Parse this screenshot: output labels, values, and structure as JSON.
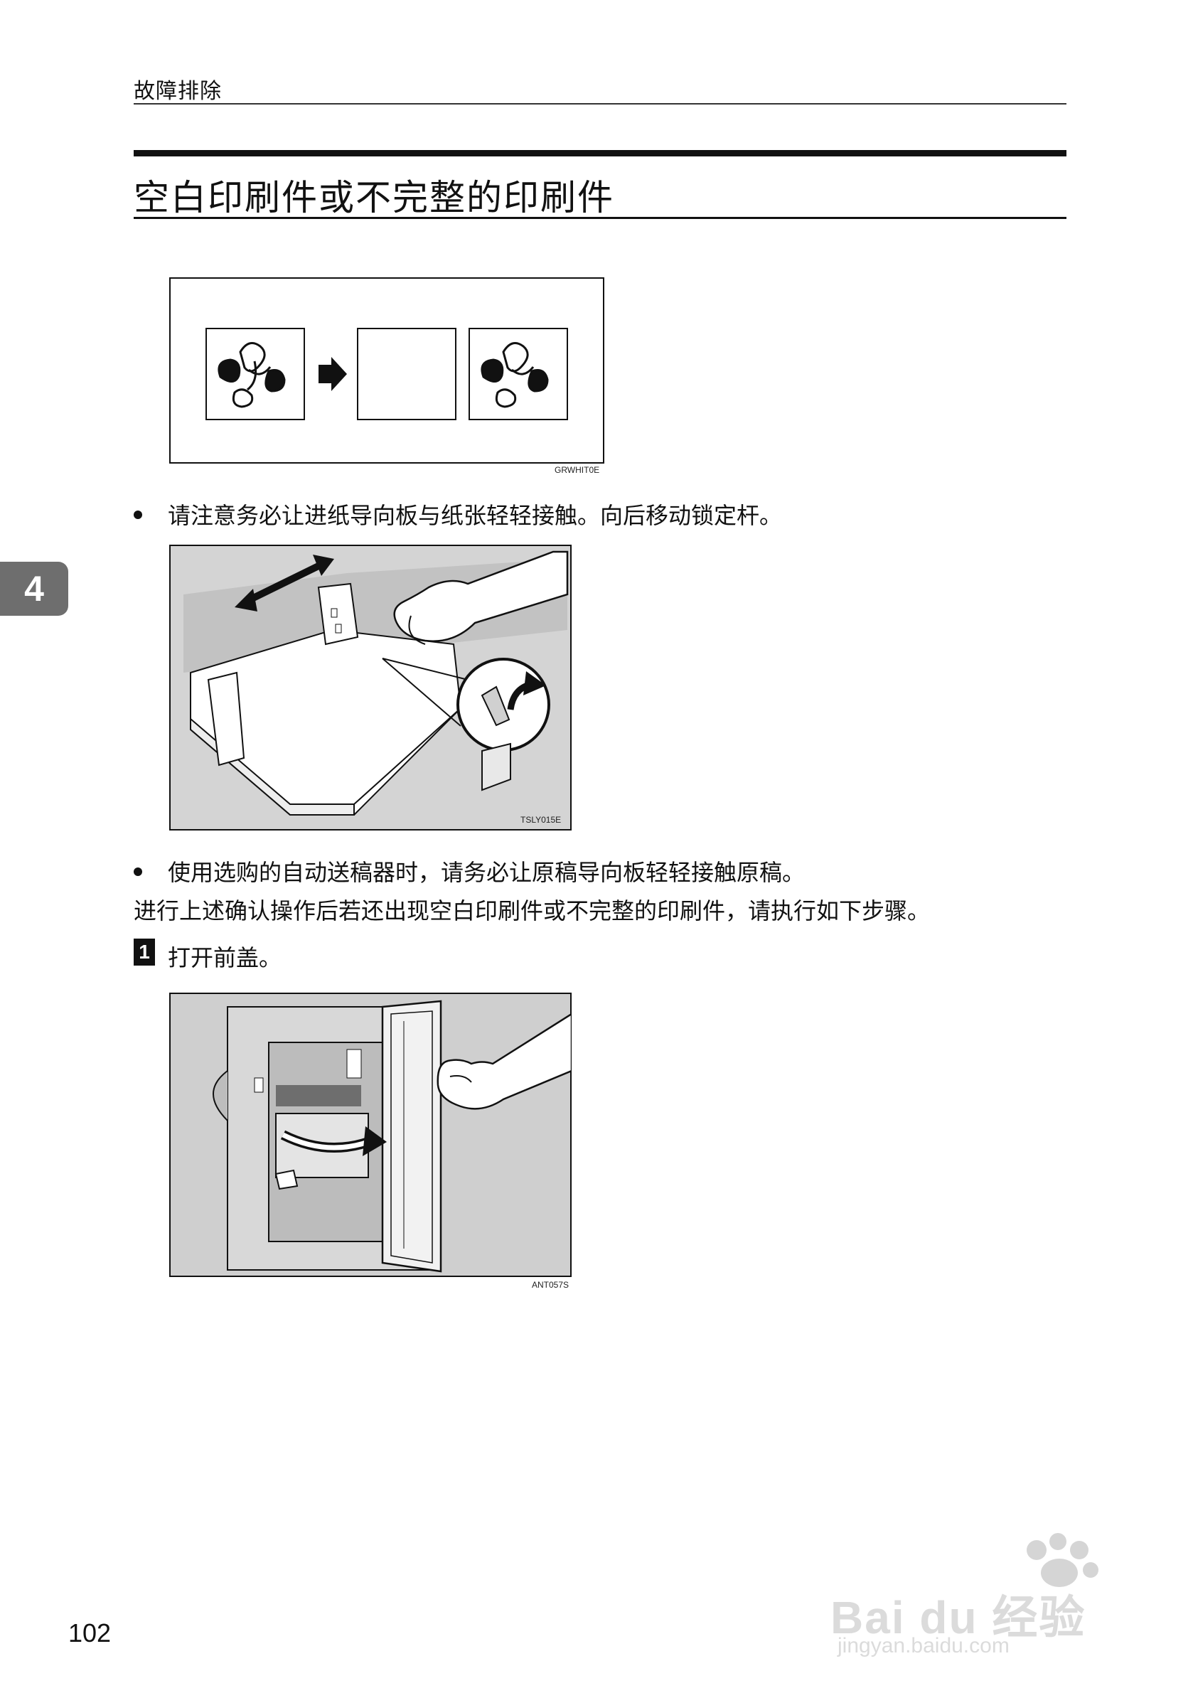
{
  "header": {
    "section": "故障排除"
  },
  "title": "空白印刷件或不完整的印刷件",
  "chapter_tab": "4",
  "figures": {
    "fig1": {
      "code": "GRWHIT0E"
    },
    "fig2": {
      "code": "TSLY015E"
    },
    "fig3": {
      "code": "ANT057S"
    }
  },
  "bullets": [
    "请注意务必让进纸导向板与纸张轻轻接触。向后移动锁定杆。",
    "使用选购的自动送稿器时，请务必让原稿导向板轻轻接触原稿。"
  ],
  "paragraph": "进行上述确认操作后若还出现空白印刷件或不完整的印刷件，请执行如下步骤。",
  "step1": {
    "number": "1",
    "text": "打开前盖。"
  },
  "page_number": "102",
  "watermark": {
    "brand_text": "Bai du 经验",
    "url": "jingyan.baidu.com"
  }
}
